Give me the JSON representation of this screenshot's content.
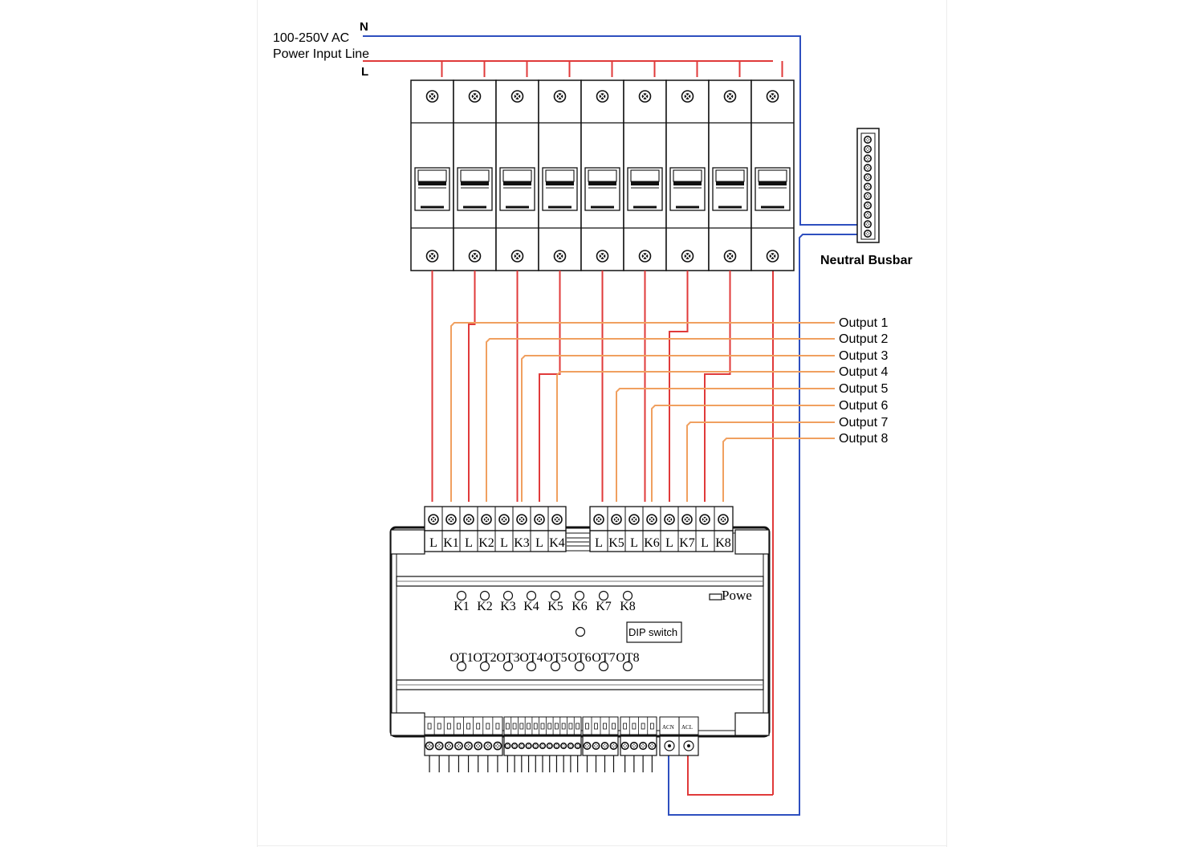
{
  "power_input": {
    "n_label": "N",
    "l_label": "L",
    "voltage": "100-250V AC",
    "line_label": "Power Input Line"
  },
  "busbar": {
    "label": "Neutral Busbar"
  },
  "outputs": [
    "Output 1",
    "Output 2",
    "Output 3",
    "Output 4",
    "Output 5",
    "Output 6",
    "Output 7",
    "Output 8"
  ],
  "relay_terminals_top": [
    "L",
    "K1",
    "L",
    "K2",
    "L",
    "K3",
    "L",
    "K4",
    "L",
    "K5",
    "L",
    "K6",
    "L",
    "K7",
    "L",
    "K8"
  ],
  "leds": [
    "K1",
    "K2",
    "K3",
    "K4",
    "K5",
    "K6",
    "K7",
    "K8"
  ],
  "outputs_bottom": [
    "OT1",
    "OT2",
    "OT3",
    "OT4",
    "OT5",
    "OT6",
    "OT7",
    "OT8"
  ],
  "power_label": "Powe",
  "dip_switch": "DIP switch",
  "ac_terminals": [
    "ACN",
    "ACL"
  ],
  "colors": {
    "line": "#e03a3a",
    "neutral": "#2e4fbf",
    "output": "#f0a060",
    "device": "#111111"
  }
}
